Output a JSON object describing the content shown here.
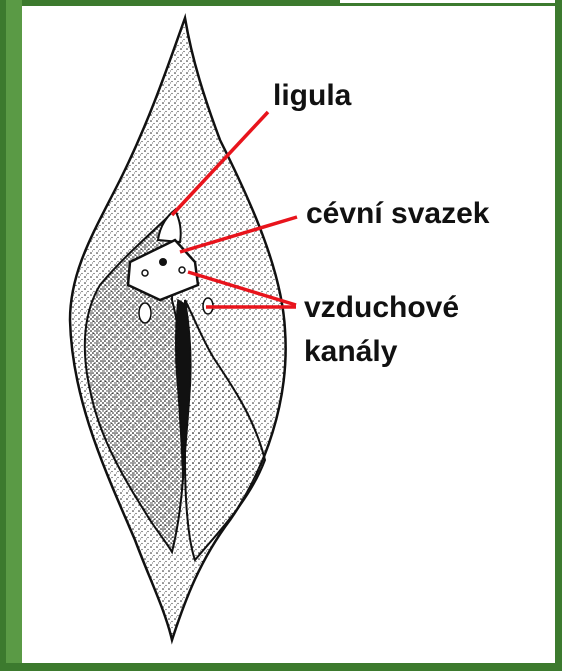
{
  "labels": {
    "ligula": "ligula",
    "vascular_bundle": "cévní svazek",
    "air_canals_line1": "vzduchové",
    "air_canals_line2": "kanály"
  },
  "colors": {
    "frame_dark": "#3c7a2e",
    "frame_light": "#5a9a45",
    "leader_line": "#e8141c",
    "ink": "#111111"
  }
}
